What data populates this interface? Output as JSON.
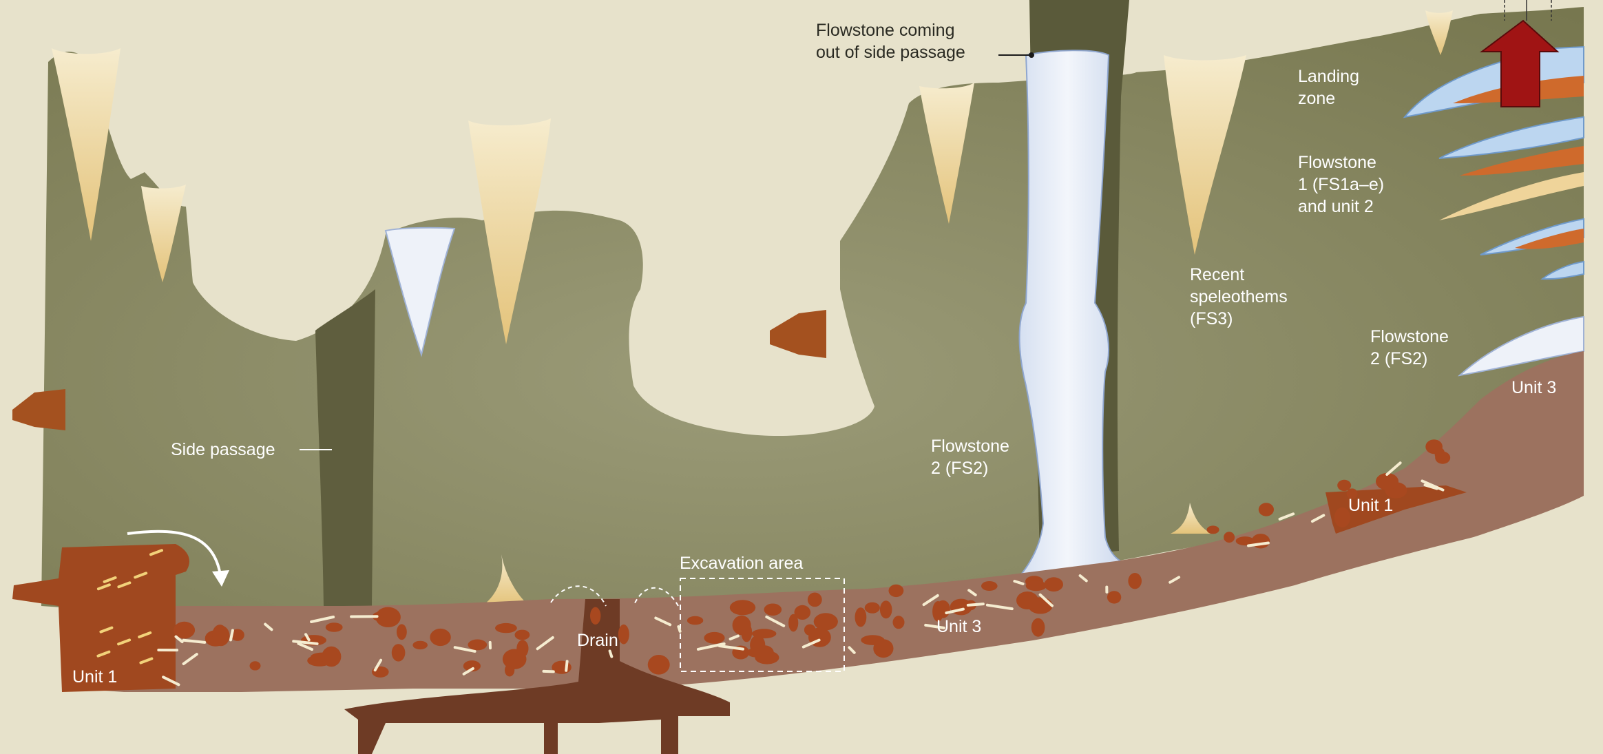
{
  "labels": {
    "flowstone_side_passage": "Flowstone coming\nout of side passage",
    "landing_zone": "Landing\nzone",
    "flowstone_1": "Flowstone\n1 (FS1a–e)\nand unit 2",
    "recent_speleothems": "Recent\nspeleothems\n(FS3)",
    "flowstone_2_right": "Flowstone\n2 (FS2)",
    "unit_3_right": "Unit 3",
    "side_passage": "Side passage",
    "flowstone_2_mid": "Flowstone\n2 (FS2)",
    "unit_1_right": "Unit 1",
    "excavation_area": "Excavation area",
    "drain": "Drain",
    "unit_3_floor": "Unit 3",
    "unit_1_left": "Unit 1"
  },
  "colors": {
    "background": "#e7e2cb",
    "cave_wall": "#7e7e5a",
    "cave_wall_dark": "#5c5b3e",
    "sediment": "#9a6e5c",
    "clast": "#a8481f",
    "unit1": "#a0481f",
    "speleothem": "#efd49a",
    "flowstone": "#c7dbef",
    "bone": "#f5ecd0",
    "arrow": "#a01414"
  }
}
